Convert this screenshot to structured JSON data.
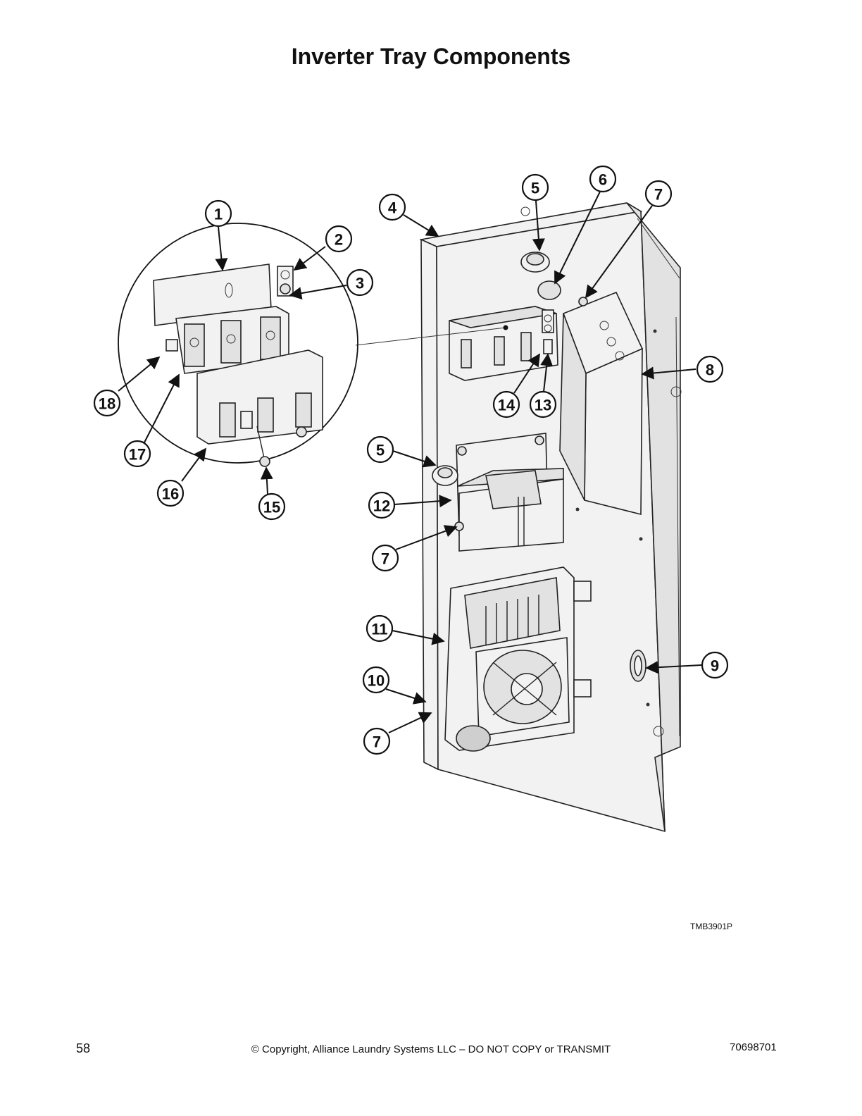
{
  "title": "Inverter Tray Components",
  "figure_id": "TMB3901P",
  "footer": {
    "page_number": "58",
    "copyright": "© Copyright, Alliance Laundry Systems LLC – DO NOT COPY or TRANSMIT",
    "document_number": "70698701"
  },
  "callouts": [
    "1",
    "2",
    "3",
    "4",
    "5",
    "6",
    "7",
    "8",
    "9",
    "10",
    "11",
    "12",
    "13",
    "14",
    "15",
    "16",
    "17",
    "18"
  ]
}
